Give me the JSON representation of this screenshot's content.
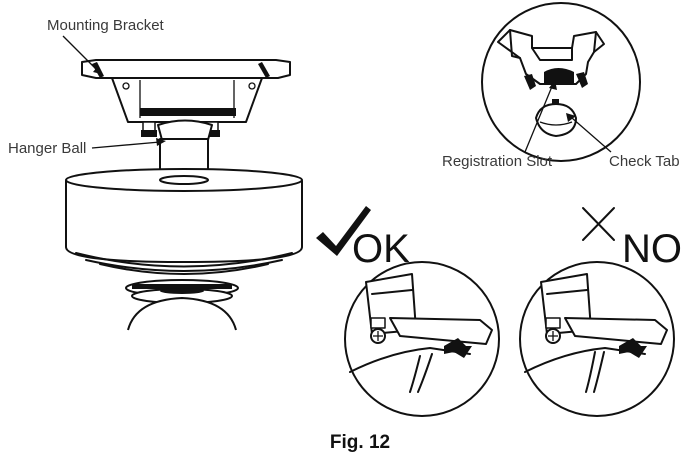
{
  "labels": {
    "mounting_bracket": "Mounting Bracket",
    "hanger_ball": "Hanger Ball",
    "registration_slot": "Registration Slot",
    "check_tab": "Check Tab",
    "ok": "OK",
    "no": "NO",
    "caption": "Fig. 12"
  },
  "icons": {
    "ok_mark": "check-mark-icon",
    "no_mark": "x-mark-icon"
  },
  "colors": {
    "line": "#111111",
    "label_text": "#3a3a3a",
    "background": "#ffffff"
  }
}
